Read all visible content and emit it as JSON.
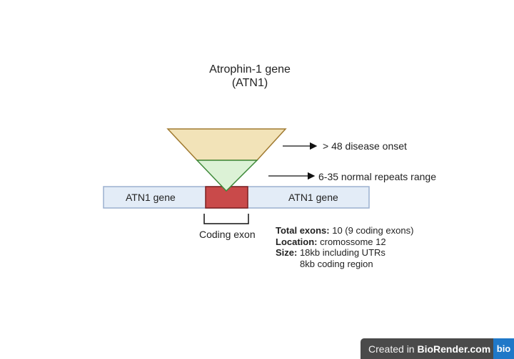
{
  "title": {
    "line1": "Atrophin-1 gene",
    "line2": "(ATN1)"
  },
  "gene": {
    "left_label": "ATN1 gene",
    "right_label": "ATN1 gene",
    "coding_exon_label": "Coding exon"
  },
  "annotations": {
    "disease_onset": "> 48 disease onset",
    "normal_range": "6-35 normal repeats range"
  },
  "info": {
    "total_exons_key": "Total exons:",
    "total_exons_value": " 10 (9 coding exons)",
    "location_key": "Location:",
    "location_value": " cromossome 12",
    "size_key": "Size:",
    "size_value": " 18kb including UTRs",
    "size_value_2": "8kb coding region"
  },
  "badge": {
    "prefix": "Created in ",
    "brand": "BioRender.com",
    "logo": "bio"
  },
  "colors": {
    "gene_bar_fill": "#e3ecf7",
    "gene_bar_stroke": "#9bb0cf",
    "exon_fill": "#c94a4a",
    "exon_stroke": "#7a1f1f",
    "disease_fill": "#f2e3b8",
    "disease_stroke": "#a07a30",
    "normal_fill": "#dcf2d6",
    "normal_stroke": "#3f8a3a"
  }
}
